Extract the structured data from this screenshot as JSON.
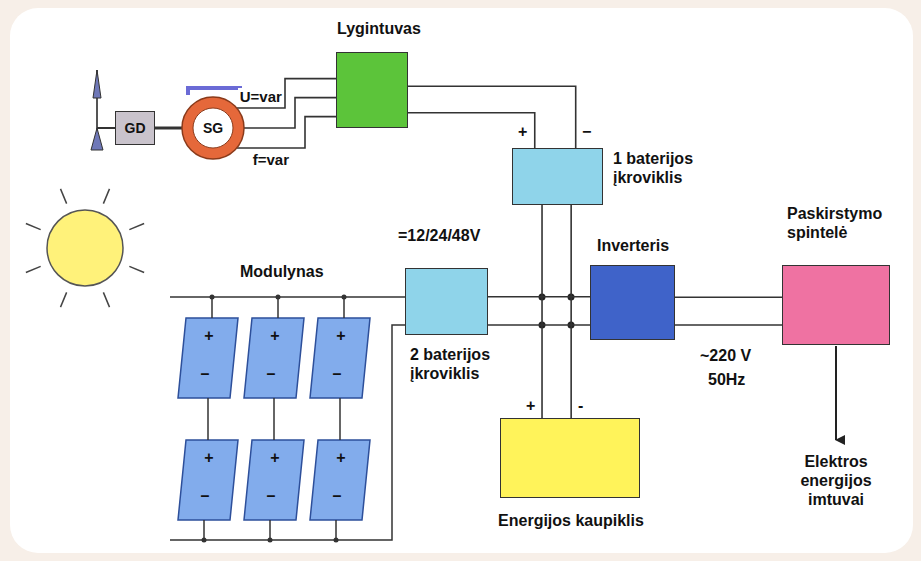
{
  "diagram": {
    "nodes": [
      {
        "text": [
          "GD"
        ]
      },
      {
        "text": [
          "SG"
        ]
      },
      {
        "text": [
          "Lygintuvas"
        ]
      },
      {
        "text": [
          "1 baterijos įkroviklis"
        ]
      },
      {
        "text": [
          "2 baterijos įkroviklis"
        ]
      },
      {
        "text": [
          "Inverteris"
        ]
      },
      {
        "text": [
          "Paskirstymo spintelė"
        ]
      },
      {
        "text": [
          "Energijos kaupiklis"
        ]
      }
    ],
    "edges": [
      {
        "from": 0,
        "to": 1,
        "arrow": "none"
      },
      {
        "from": 1,
        "to": 2,
        "arrow": "none",
        "label": "U=var"
      },
      {
        "from": 1,
        "to": 2,
        "arrow": "none"
      },
      {
        "from": 1,
        "to": 2,
        "arrow": "none",
        "label": "f=var"
      },
      {
        "from": 2,
        "to": 3,
        "arrow": "none"
      },
      {
        "from": 2,
        "to": 3,
        "arrow": "none"
      },
      {
        "from": 3,
        "to": 7,
        "arrow": "none"
      },
      {
        "from": 3,
        "to": 7,
        "arrow": "none"
      },
      {
        "from": 4,
        "to": 5,
        "arrow": "none"
      },
      {
        "from": 4,
        "to": 5,
        "arrow": "none"
      },
      {
        "from": 5,
        "to": 6,
        "arrow": "none"
      },
      {
        "from": 5,
        "to": 6,
        "arrow": "none"
      }
    ],
    "labels": [
      "=12/24/48V",
      "Modulynas",
      "~220 V",
      "50Hz",
      "Elektros energijos imtuvai",
      "+",
      "−",
      "+",
      "-",
      "+",
      "–",
      "+",
      "–",
      "+",
      "–",
      "+",
      "–",
      "+",
      "–",
      "+",
      "–"
    ]
  }
}
